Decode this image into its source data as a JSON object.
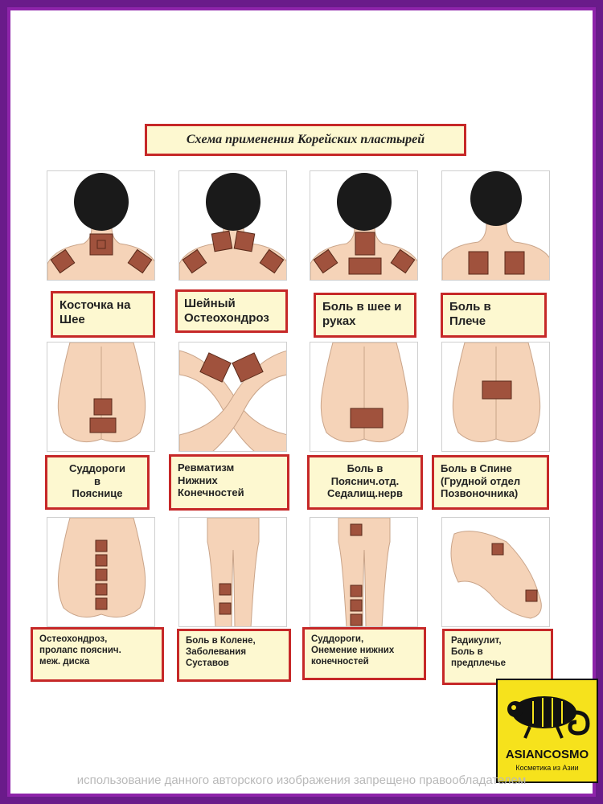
{
  "title": "Схема применения Корейских пластырей",
  "labels": {
    "r1c1": [
      "Косточка на",
      "Шее"
    ],
    "r1c2": [
      "Шейный",
      "Остеохондроз"
    ],
    "r1c3": [
      "Боль в шее и",
      "руках"
    ],
    "r1c4": [
      "Боль в",
      "Плече"
    ],
    "r2c1": [
      "Суддороги",
      "в",
      "Пояснице"
    ],
    "r2c2": [
      "Ревматизм",
      "Нижних",
      "Конечностей"
    ],
    "r2c3": [
      "Боль в",
      "Пояснич.отд.",
      "Седалищ.нерв"
    ],
    "r2c4": [
      "Боль в Спине",
      "(Грудной отдел",
      "Позвоночника)"
    ],
    "r3c1": [
      "Остеохондроз,",
      "пролапс пояснич.",
      "меж. диска"
    ],
    "r3c2": [
      "Боль в Колене,",
      "Заболевания",
      "Суставов"
    ],
    "r3c3": [
      "Суддороги,",
      "Онемение нижних",
      "конечностей"
    ],
    "r3c4": [
      "Радикулит,",
      "Боль в",
      "предплечье"
    ]
  },
  "logo": {
    "name": "ASIANCOSMO",
    "subtitle": "Косметика из Азии"
  },
  "watermark": "использование данного авторского изображения запрещено правообладателем",
  "colors": {
    "frame": "#6a1b8a",
    "label_border": "#c62828",
    "label_fill": "#fdf8d0",
    "skin": "#f5d3b8",
    "patch": "#a0523d",
    "logo_bg": "#f6e21c"
  }
}
